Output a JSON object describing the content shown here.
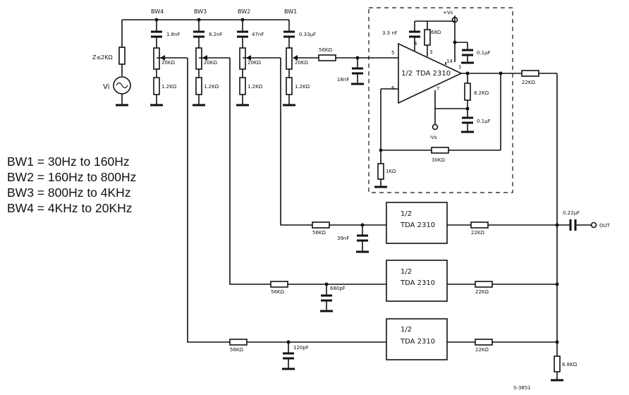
{
  "bands": {
    "bw4": "BW4",
    "bw3": "BW3",
    "bw2": "BW2",
    "bw1": "BW1"
  },
  "top_caps": {
    "bw4": "1.8nF",
    "bw3": "8.2nF",
    "bw2": "47nF",
    "bw1": "0.33μF"
  },
  "pots": {
    "bw4": "20KΩ",
    "bw3": "20KΩ",
    "bw2": "20KΩ",
    "bw1": "20KΩ"
  },
  "bottom_res": {
    "bw4": "1.2KΩ",
    "bw3": "1.2KΩ",
    "bw2": "1.2KΩ",
    "bw1": "1.2KΩ"
  },
  "source": {
    "impedance": "Z≤2KΩ",
    "input": "Vi"
  },
  "amp_main": {
    "half": "1/2",
    "name": "TDA 2310",
    "pin5": "5",
    "pin6": "6",
    "pin4": "4",
    "pin3": "3",
    "pin14": "14",
    "pin1": "1",
    "pin7": "7",
    "comp_cap": "3.3 nF",
    "comp_res": "68Ω",
    "vs_pos": "+Vs",
    "vs_neg": "-Vs",
    "dec_pos": "0.1μF",
    "dec_neg": "0.1μF",
    "out_res": "8.2KΩ",
    "fb_res": "30KΩ",
    "fb_gnd_res": "1KΩ",
    "in_res": "56KΩ",
    "in_cap": "18nF",
    "mix_res": "22KΩ"
  },
  "amp2": {
    "half": "1/2",
    "name": "TDA 2310",
    "in_res": "56KΩ",
    "cap": "39nF",
    "out_res": "22KΩ"
  },
  "amp3": {
    "half": "1/2",
    "name": "TDA 2310",
    "in_res": "56KΩ",
    "cap": "680pF",
    "out_res": "22KΩ"
  },
  "amp4": {
    "half": "1/2",
    "name": "TDA 2310",
    "in_res": "56KΩ",
    "cap": "120pF",
    "out_res": "22KΩ"
  },
  "output": {
    "cap": "0.22μF",
    "label": "OUT",
    "load_res": "6.8KΩ"
  },
  "legend": [
    "BW1 = 30Hz to 160Hz",
    "BW2 = 160Hz to 800Hz",
    "BW3 = 800Hz to 4KHz",
    "BW4 = 4KHz to 20KHz"
  ],
  "figure_code": "S-3851"
}
